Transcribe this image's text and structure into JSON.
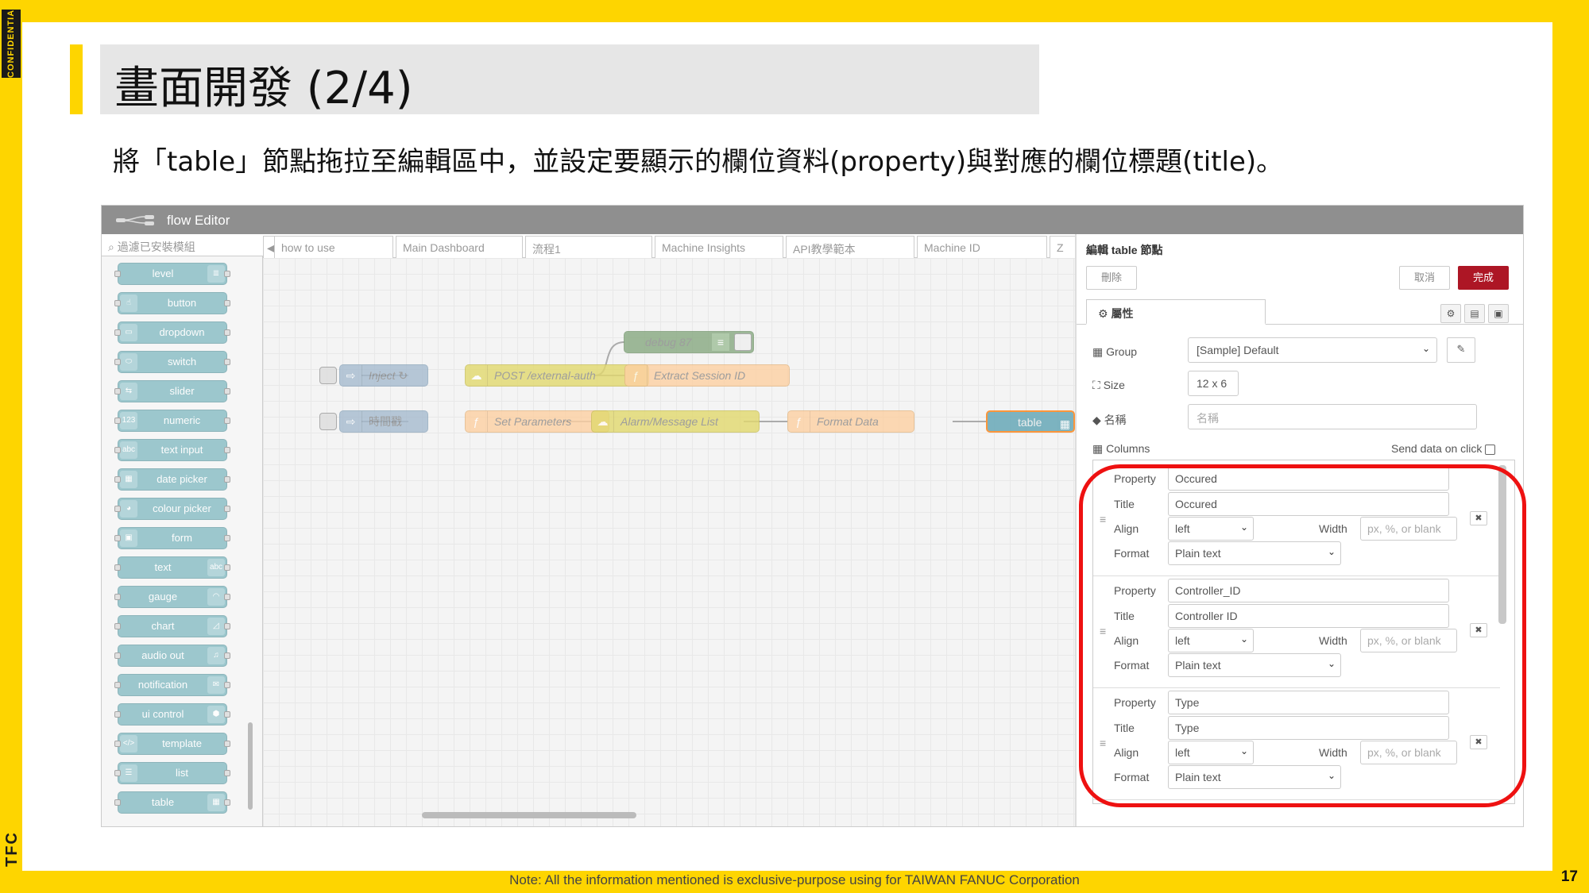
{
  "slide": {
    "confidential_tag": "CONFIDENTIAL",
    "brand_tag": "TFC",
    "title": "畫面開發 (2/4)",
    "description": "將「table」節點拖拉至編輯區中，並設定要顯示的欄位資料(property)與對應的欄位標題(title)。",
    "footnote": "Note: All the information mentioned is exclusive-purpose using for TAIWAN FANUC Corporation",
    "page_number": "17"
  },
  "app": {
    "brand": "flow Editor",
    "palette_search": "過濾已安裝模組",
    "palette_nodes": [
      {
        "label": "level",
        "icon": "level-icon"
      },
      {
        "label": "button",
        "icon": "button-icon"
      },
      {
        "label": "dropdown",
        "icon": "dropdown-icon"
      },
      {
        "label": "switch",
        "icon": "switch-icon"
      },
      {
        "label": "slider",
        "icon": "slider-icon"
      },
      {
        "label": "numeric",
        "icon": "numeric-icon"
      },
      {
        "label": "text input",
        "icon": "text-input-icon"
      },
      {
        "label": "date picker",
        "icon": "date-picker-icon"
      },
      {
        "label": "colour picker",
        "icon": "colour-picker-icon"
      },
      {
        "label": "form",
        "icon": "form-icon"
      },
      {
        "label": "text",
        "icon": "text-icon"
      },
      {
        "label": "gauge",
        "icon": "gauge-icon"
      },
      {
        "label": "chart",
        "icon": "chart-icon"
      },
      {
        "label": "audio out",
        "icon": "audio-icon"
      },
      {
        "label": "notification",
        "icon": "notification-icon"
      },
      {
        "label": "ui control",
        "icon": "ui-control-icon"
      },
      {
        "label": "template",
        "icon": "template-icon"
      },
      {
        "label": "list",
        "icon": "list-icon"
      },
      {
        "label": "table",
        "icon": "table-icon"
      }
    ],
    "tabs": [
      "how to use",
      "Main Dashboard",
      "流程1",
      "Machine Insights",
      "API教學範本",
      "Machine ID",
      "Z"
    ],
    "flow_nodes": {
      "debug": "debug 87",
      "inject": "Inject ↻",
      "post": "POST /external-auth",
      "extract": "Extract Session ID",
      "timestamp": "時間戳",
      "set_params": "Set Parameters",
      "alarm_list": "Alarm/Message List",
      "format_data": "Format Data",
      "table": "table"
    },
    "editor": {
      "title": "編輯 table 節點",
      "delete": "刪除",
      "cancel": "取消",
      "done": "完成",
      "tab_properties": "屬性",
      "group_label": "Group",
      "group_value": "[Sample] Default",
      "size_label": "Size",
      "size_value": "12 x 6",
      "name_label": "名稱",
      "name_placeholder": "名稱",
      "columns_label": "Columns",
      "send_data_label": "Send data on click",
      "row_labels": {
        "property": "Property",
        "title": "Title",
        "align": "Align",
        "width": "Width",
        "format": "Format"
      },
      "width_placeholder": "px, %, or blank",
      "columns": [
        {
          "property": "Occured",
          "title": "Occured",
          "align": "left",
          "format": "Plain text"
        },
        {
          "property": "Controller_ID",
          "title": "Controller ID",
          "align": "left",
          "format": "Plain text"
        },
        {
          "property": "Type",
          "title": "Type",
          "align": "left",
          "format": "Plain text"
        }
      ]
    }
  }
}
